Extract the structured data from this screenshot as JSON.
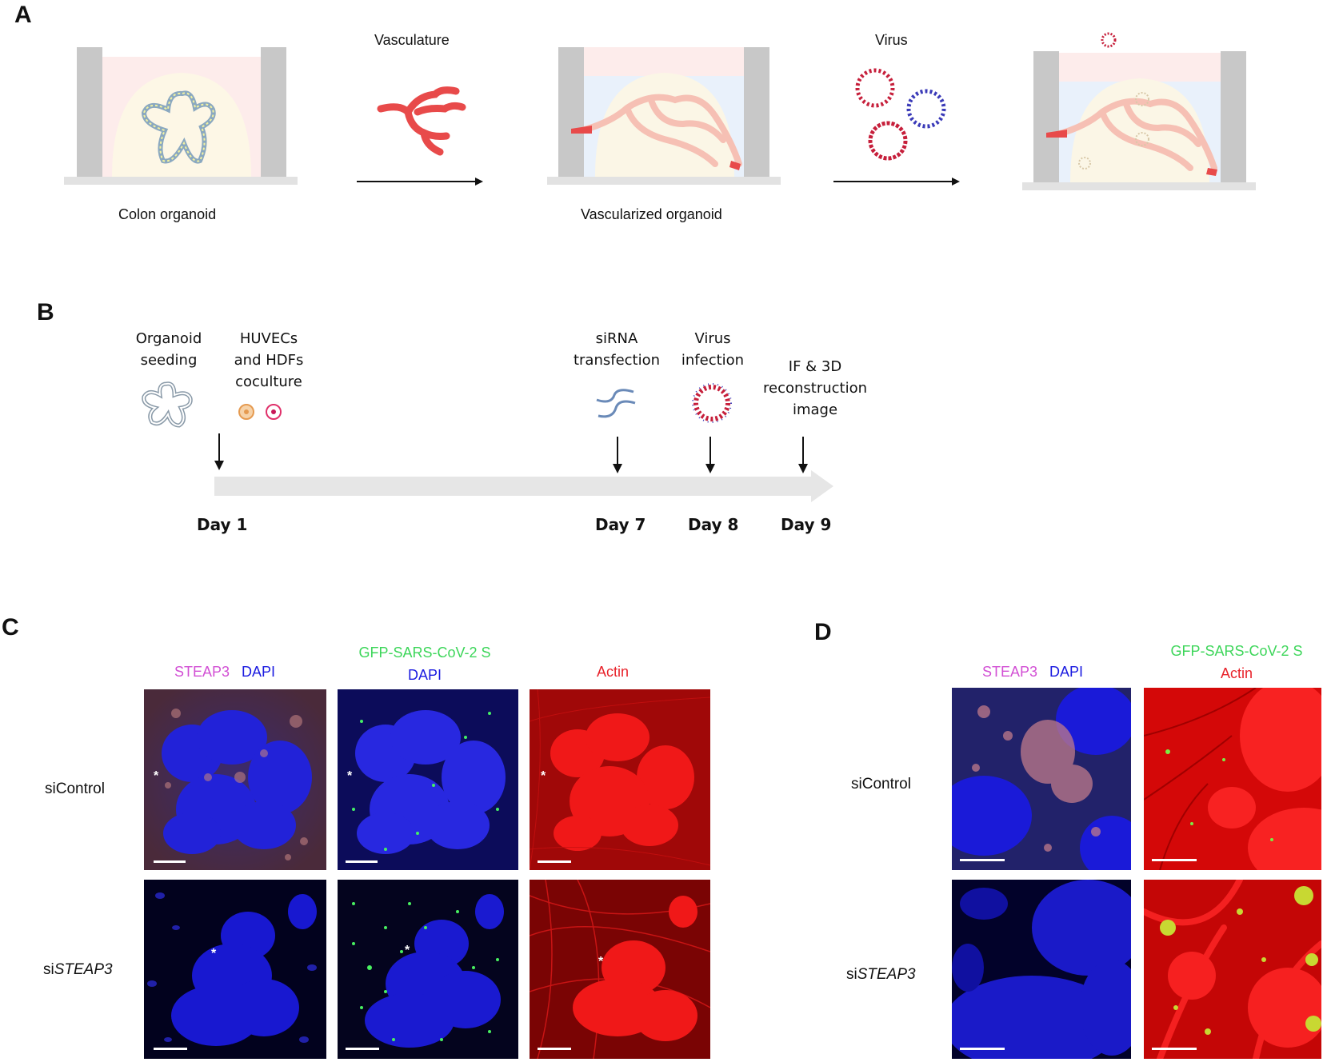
{
  "panels": {
    "a": "A",
    "b": "B",
    "c": "C",
    "d": "D"
  },
  "panel_a": {
    "colon_organoid": "Colon organoid",
    "vasculature": "Vasculature",
    "vascularized_organoid": "Vascularized organoid",
    "virus": "Virus"
  },
  "panel_b": {
    "organoid_seeding": [
      "Organoid",
      "seeding"
    ],
    "huvecs": [
      "HUVECs",
      "and HDFs",
      "coculture"
    ],
    "sirna": [
      "siRNA",
      "transfection"
    ],
    "virus_infection": [
      "Virus",
      "infection"
    ],
    "if_3d": [
      "IF & 3D",
      "reconstruction",
      "image"
    ],
    "days": [
      "Day 1",
      "Day 7",
      "Day 8",
      "Day 9"
    ]
  },
  "panel_c": {
    "col1": {
      "steap3": "STEAP3",
      "dapi": "DAPI"
    },
    "col2": {
      "gfp": "GFP-SARS-CoV-2 S",
      "dapi": "DAPI"
    },
    "col3": {
      "actin": "Actin"
    },
    "row1": "siControl",
    "row2_prefix": "si",
    "row2_gene": "STEAP3",
    "star": "*"
  },
  "panel_d": {
    "col1": {
      "steap3": "STEAP3",
      "dapi": "DAPI"
    },
    "col2": {
      "gfp": "GFP-SARS-CoV-2 S",
      "actin": "Actin"
    },
    "row1": "siControl",
    "row2_prefix": "si",
    "row2_gene": "STEAP3"
  },
  "colors": {
    "steap3": "#d24fd4",
    "dapi": "#1a1ae0",
    "gfp": "#3dd65a",
    "actin": "#e8222a",
    "arrow": "#111111",
    "timeline": "#e6e6e6"
  }
}
